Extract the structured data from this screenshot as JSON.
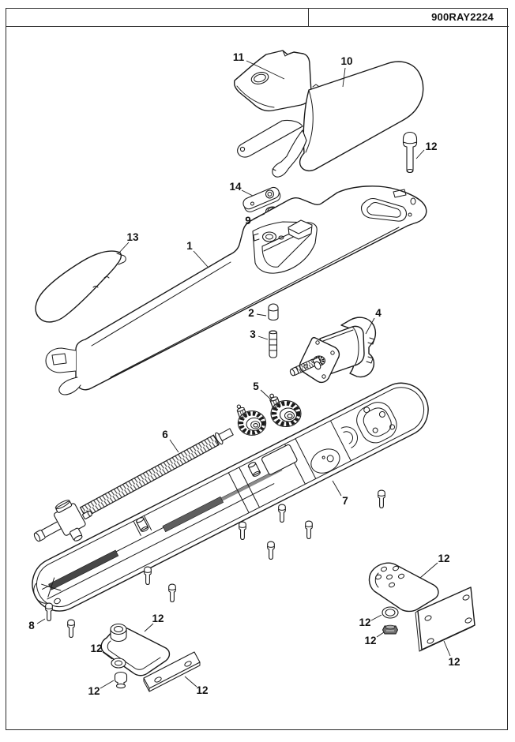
{
  "header": {
    "doc_code": "900RAY2224"
  },
  "diagram": {
    "callouts": {
      "c1": "1",
      "c2": "2",
      "c3": "3",
      "c4": "4",
      "c5": "5",
      "c6": "6",
      "c7": "7",
      "c8": "8",
      "c9": "9",
      "c10": "10",
      "c11": "11",
      "c12": "12",
      "c13": "13",
      "c14": "14"
    }
  },
  "colors": {
    "line": "#1a1a1a",
    "belt_dark": "#474747",
    "belt_mid": "#5e5e5e",
    "rail_gray": "#8b8b8b",
    "metal_shade": "#6f6f6f",
    "grommet_core": "#7a7a7a"
  }
}
